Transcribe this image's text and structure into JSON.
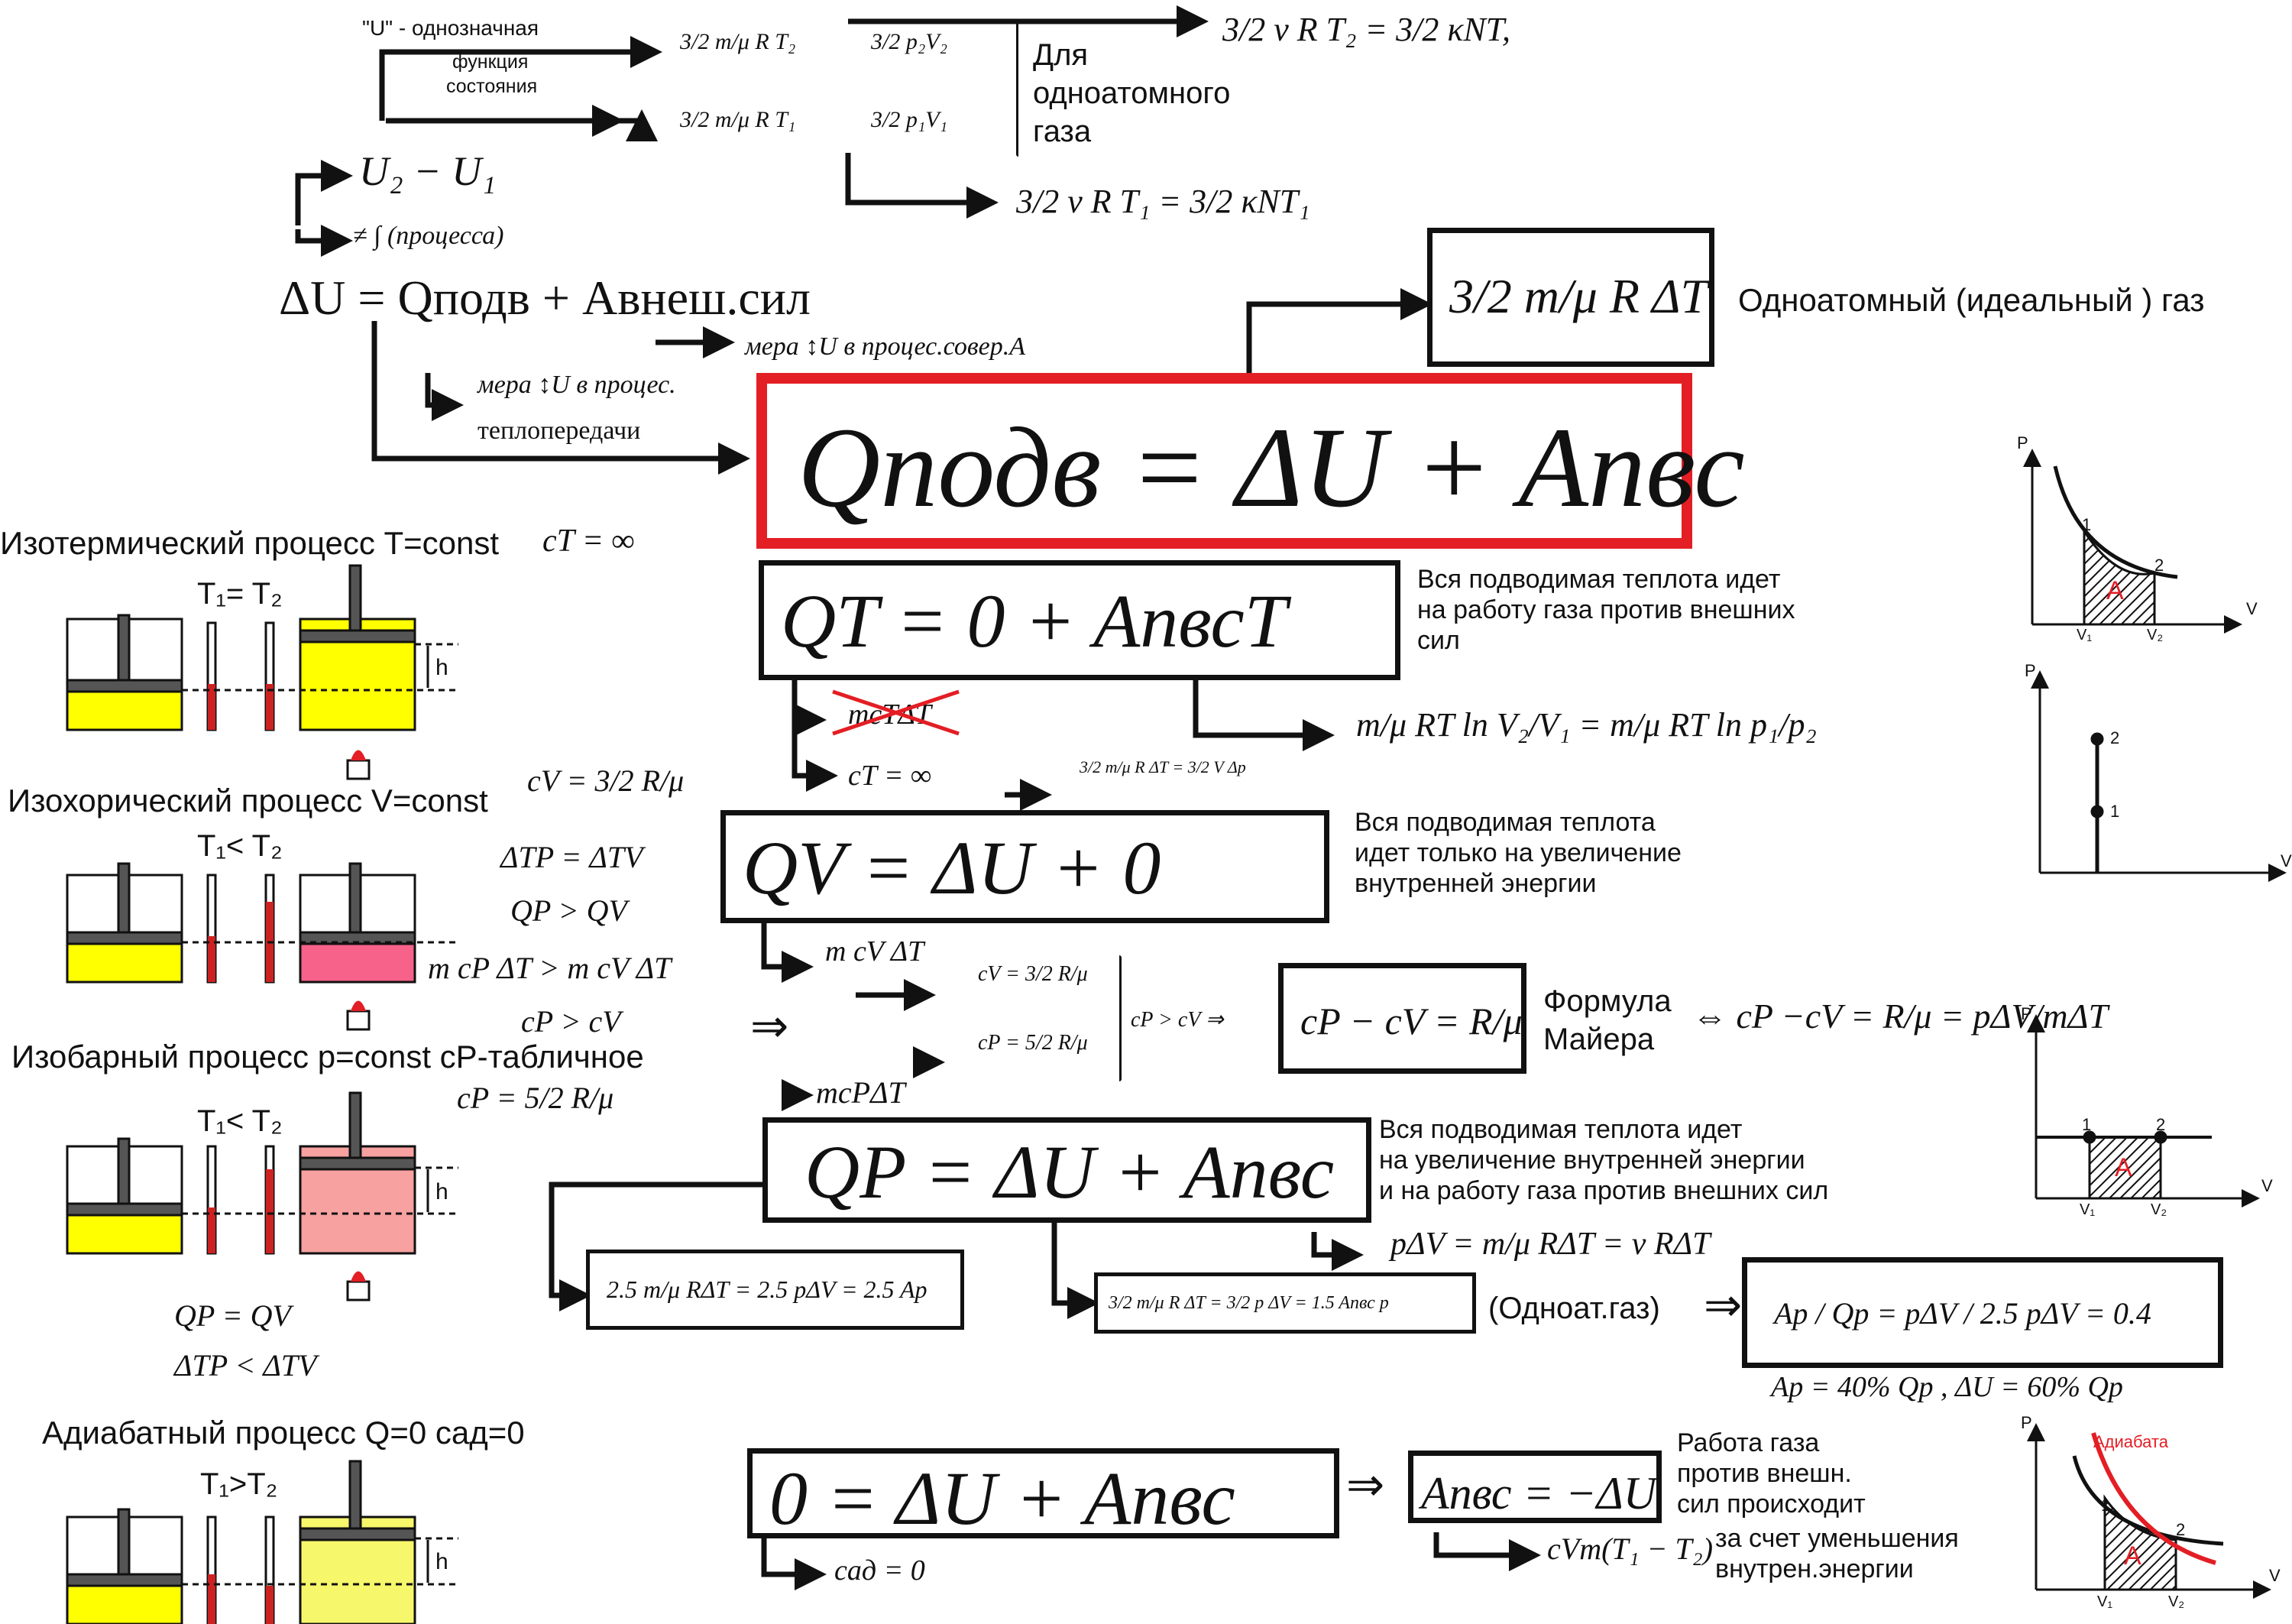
{
  "top": {
    "u_note_1": "\"U\" - однозначная",
    "u_note_2": "функция",
    "u_note_3": "состояния",
    "eq_u2_left": "3/2 m/μ R T₂",
    "eq_u2_right": "3/2 p₂V₂",
    "eq_u1_left": "3/2 m/μ R T₁",
    "eq_u1_right": "3/2 p₁V₁",
    "mono_1": "Для",
    "mono_2": "одноатомного",
    "mono_3": "газа",
    "res_t2": "3/2 ν R T₂ = 3/2 κNT,",
    "res_t1": "3/2 ν R T₁ = 3/2 κNT₁",
    "u2_minus_u1": "U₂ − U₁",
    "not_integral": "≠ ∫ (процесса)",
    "first_law": "ΔU = Qподв + Aвнеш.сил",
    "measure_a": "мера ↕U в процес.совер.А",
    "measure_q_1": "мера ↕U в процес.",
    "measure_q_2": "теплопередачи",
    "mono_energy": "3/2 m/μ R ΔT",
    "mono_energy_label": "Одноатомный (идеальный ) газ",
    "main_law": "Qподв = ΔU + Aпвс"
  },
  "isothermal": {
    "title": "Изотермический процесс T=const",
    "heat_capacity": "cT = ∞",
    "temps": "T₁= T₂",
    "h": "h",
    "equation": "QT = 0 + AпвсT",
    "note_1": "Вся подводимая теплота идет",
    "note_2": "на работу газа против внешних",
    "note_3": "сил",
    "crossed": "mcTΔT",
    "ct": "cT = ∞",
    "small": "3/2 m/μ R ΔT = 3/2 V Δp",
    "work": "m/μ RT ln V₂/V₁ = m/μ RT ln p₁/p₂"
  },
  "isochoric": {
    "title": "Изохорический процесс V=const",
    "heat_capacity": "cV = 3/2 R/μ",
    "temps": "T₁< T₂",
    "dt": "ΔTP = ΔTV",
    "qp_qv": "QP > QV",
    "m_compare": "m cP ΔT > m cV ΔT",
    "cp_cv": "cP > cV",
    "arrow": "⇒",
    "equation": "QV = ΔU + 0",
    "note_1": "Вся подводимая теплота",
    "note_2": "идет только на увеличение",
    "note_3": "внутренней энергии",
    "mcvdt": "m cV ΔT",
    "cv_def": "cV = 3/2 R/μ",
    "cp_def": "cP = 5/2 R/μ",
    "compare": "cP > cV ⇒",
    "mayer": "cP − cV = R/μ",
    "mayer_label_1": "Формула",
    "mayer_label_2": "Майера",
    "mayer_ext": "⇔ cP −cV = R/μ = pΔV/mΔT"
  },
  "isobaric": {
    "title": "Изобарный процесс p=const cP-табличное",
    "heat_capacity": "cP = 5/2 R/μ",
    "temps": "T₁< T₂",
    "h": "h",
    "mcpdt": "mcPΔT",
    "equation": "QP = ΔU + Aпвс",
    "note_1": "Вся подводимая теплота идет",
    "note_2": "на увеличение внутренней энергии",
    "note_3": "и на работу газа против внешних сил",
    "work": "pΔV = m/μ RΔT = ν RΔT",
    "q_formula": "2.5 m/μ RΔT = 2.5 pΔV = 2.5 Ap",
    "u_formula": "3/2 m/μ R ΔT = 3/2 p ΔV = 1.5 Aпвс p",
    "mono": "(Одноат.газ)",
    "arrow": "⇒",
    "ratio": "Ap / Qp = pΔV / 2.5 pΔV = 0.4",
    "percent": "Ap = 40% Qp , ΔU = 60% Qp",
    "qp_qv": "QP = QV",
    "dt": "ΔTP < ΔTV"
  },
  "adiabatic": {
    "title": "Адиабатный процесс Q=0  cад=0",
    "temps": "T₁>T₂",
    "h": "h",
    "equation": "0 = ΔU + Aпвс",
    "arrow": "⇒",
    "result": "Aпвс = −ΔU",
    "cad": "cад = 0",
    "work": "cVm(T₁ − T₂)",
    "note_1": "Работа газа",
    "note_2": "против внешн.",
    "note_3": "сил происходит",
    "note_4": "за счет уменьшения",
    "note_5": "внутрен.энергии"
  },
  "graphs": {
    "p": "P",
    "v": "V",
    "v1": "V₁",
    "v2": "V₂",
    "pt1": "1",
    "pt2": "2",
    "area": "A",
    "adiabat": "Адиабата"
  },
  "colors": {
    "red_frame": "#e31e24",
    "gas_yellow": "#ffff00",
    "gas_pink": "#f7628a",
    "gas_salmon": "#f7a1a1",
    "gas_pale": "#f7f76b",
    "thermo_red": "#cc2222",
    "piston": "#555555"
  }
}
